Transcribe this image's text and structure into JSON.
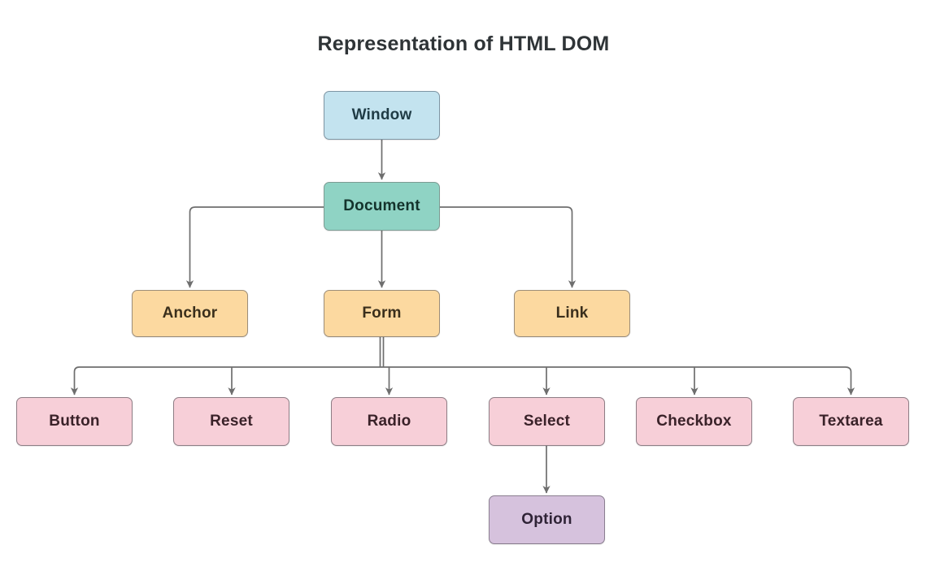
{
  "title": "Representation of HTML DOM",
  "diagram": {
    "type": "tree-diagram",
    "background": "#ffffff",
    "edge_color": "#6e6e6e",
    "nodes": {
      "window": {
        "label": "Window",
        "color": "#c3e3ef",
        "level": 1
      },
      "document": {
        "label": "Document",
        "color": "#8fd3c4",
        "level": 2
      },
      "anchor": {
        "label": "Anchor",
        "color": "#fcd9a0",
        "level": 3
      },
      "form": {
        "label": "Form",
        "color": "#fcd9a0",
        "level": 3
      },
      "link": {
        "label": "Link",
        "color": "#fcd9a0",
        "level": 3
      },
      "button": {
        "label": "Button",
        "color": "#f7cfd8",
        "level": 4
      },
      "reset": {
        "label": "Reset",
        "color": "#f7cfd8",
        "level": 4
      },
      "radio": {
        "label": "Radio",
        "color": "#f7cfd8",
        "level": 4
      },
      "select": {
        "label": "Select",
        "color": "#f7cfd8",
        "level": 4
      },
      "checkbox": {
        "label": "Checkbox",
        "color": "#f7cfd8",
        "level": 4
      },
      "textarea": {
        "label": "Textarea",
        "color": "#f7cfd8",
        "level": 4
      },
      "option": {
        "label": "Option",
        "color": "#d6c2dd",
        "level": 5
      }
    },
    "edges": [
      {
        "from": "window",
        "to": "document"
      },
      {
        "from": "document",
        "to": "anchor"
      },
      {
        "from": "document",
        "to": "form"
      },
      {
        "from": "document",
        "to": "link"
      },
      {
        "from": "form",
        "to": "button"
      },
      {
        "from": "form",
        "to": "reset"
      },
      {
        "from": "form",
        "to": "radio"
      },
      {
        "from": "form",
        "to": "select"
      },
      {
        "from": "form",
        "to": "checkbox"
      },
      {
        "from": "form",
        "to": "textarea"
      },
      {
        "from": "select",
        "to": "option"
      }
    ]
  }
}
